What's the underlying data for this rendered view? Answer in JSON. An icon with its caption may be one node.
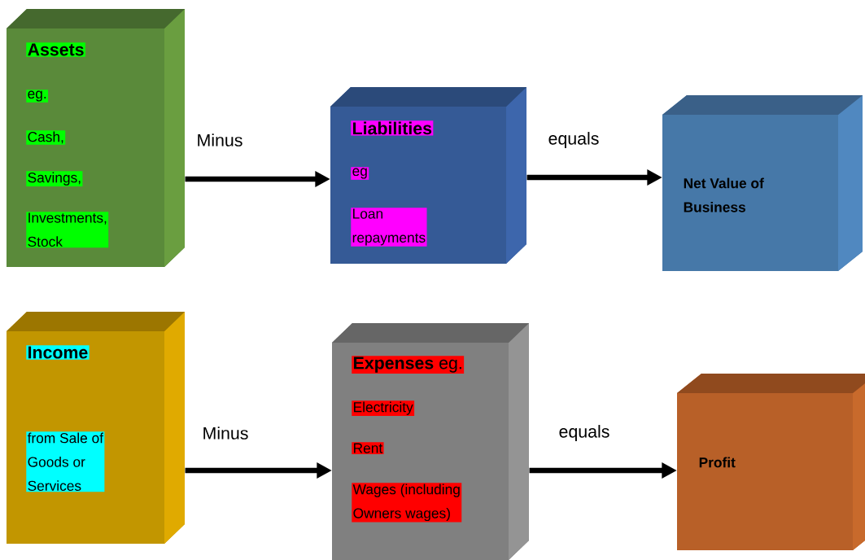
{
  "diagram": {
    "nodes": [
      {
        "text": [
          "Assets",
          "eg.",
          "Cash,",
          "Savings,",
          "Investments, Stock"
        ]
      },
      {
        "text": [
          "Liabilities",
          "eg",
          "Loan repayments"
        ]
      },
      {
        "text": [
          "Net Value of Business"
        ]
      },
      {
        "text": [
          "Income",
          "from Sale of Goods or Services"
        ]
      },
      {
        "text": [
          "**Expenses** eg.",
          "Electricity",
          "Rent",
          "Wages (including Owners wages)"
        ]
      },
      {
        "text": [
          "Profit"
        ]
      }
    ],
    "edges": [
      {
        "from": 0,
        "to": 1,
        "arrow": "to",
        "label": "Minus"
      },
      {
        "from": 1,
        "to": 2,
        "arrow": "to",
        "label": "equals"
      },
      {
        "from": 3,
        "to": 4,
        "arrow": "to",
        "label": "Minus"
      },
      {
        "from": 4,
        "to": 5,
        "arrow": "to",
        "label": "equals"
      }
    ]
  }
}
